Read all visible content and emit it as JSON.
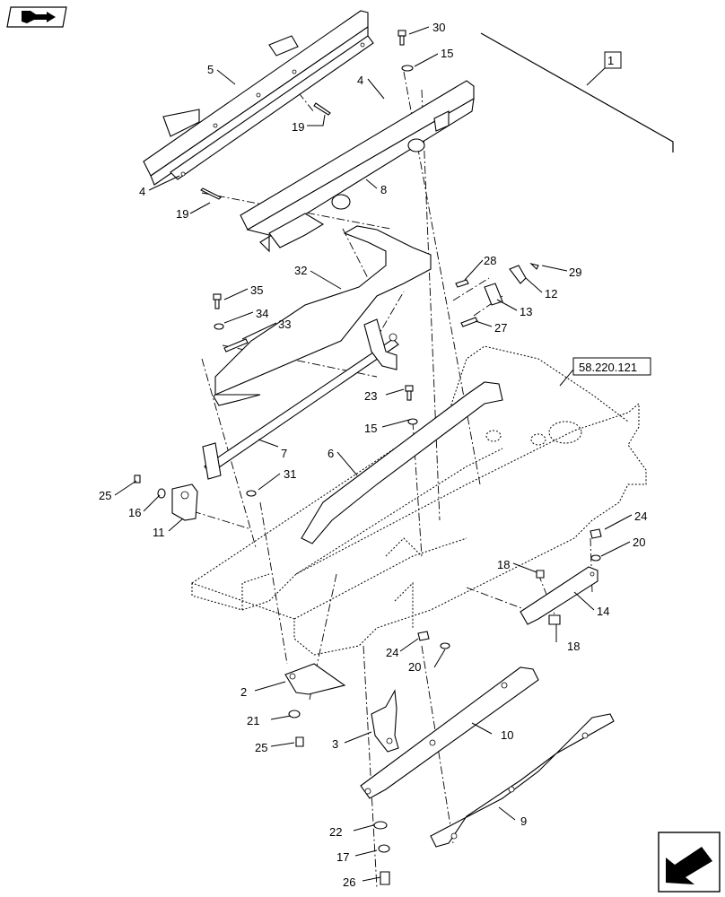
{
  "diagram": {
    "nav_icons": {
      "top_left": "open-book-arrow-icon",
      "bottom_right": "next-page-arrow-icon"
    },
    "reference_box": "1",
    "cross_reference": "58.220.121",
    "callouts": {
      "c30": "30",
      "c15a": "15",
      "c5": "5",
      "c4a": "4",
      "c4b": "4",
      "c19a": "19",
      "c19b": "19",
      "c8": "8",
      "c32": "32",
      "c28": "28",
      "c29": "29",
      "c12": "12",
      "c35": "35",
      "c13": "13",
      "c34": "34",
      "c33": "33",
      "c27": "27",
      "c23": "23",
      "c15b": "15",
      "c7": "7",
      "c6": "6",
      "c25a": "25",
      "c31": "31",
      "c16": "16",
      "c11": "11",
      "c24a": "24",
      "c20a": "20",
      "c18a": "18",
      "c14": "14",
      "c18b": "18",
      "c24b": "24",
      "c20b": "20",
      "c2": "2",
      "c21": "21",
      "c25b": "25",
      "c3": "3",
      "c10": "10",
      "c9": "9",
      "c22": "22",
      "c17": "17",
      "c26": "26"
    }
  }
}
